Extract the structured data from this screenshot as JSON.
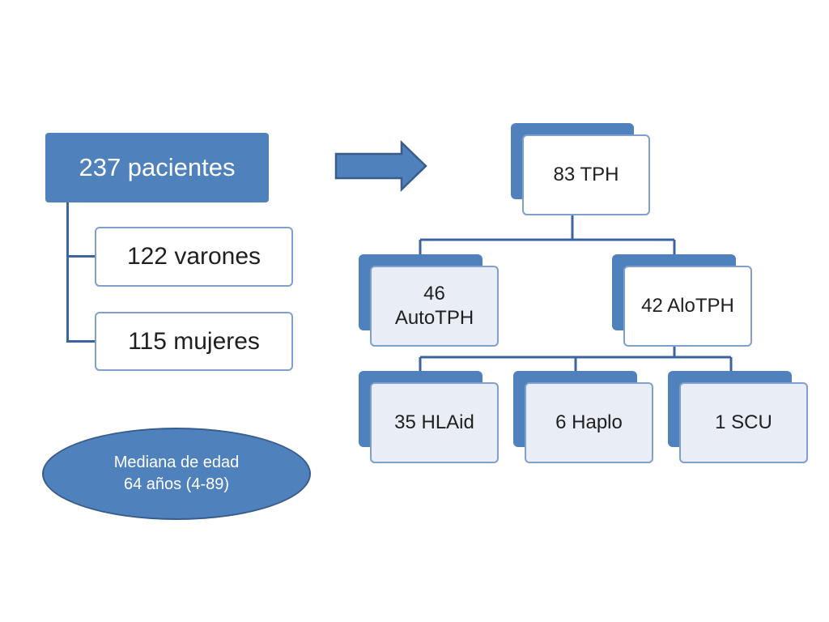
{
  "left": {
    "root_label": "237 pacientes",
    "children": [
      "122 varones",
      "115 mujeres"
    ]
  },
  "tree": {
    "root_label": "83 TPH",
    "level1": [
      "46 AutoTPH",
      "42 AloTPH"
    ],
    "level2": [
      "35 HLAid",
      "6 Haplo",
      "1 SCU"
    ]
  },
  "ellipse": {
    "line1": "Mediana de edad",
    "line2": "64 años (4-89)"
  },
  "colors": {
    "primary": "#4f81bd",
    "border": "#7f9fcc",
    "connector": "#3b64a0"
  }
}
